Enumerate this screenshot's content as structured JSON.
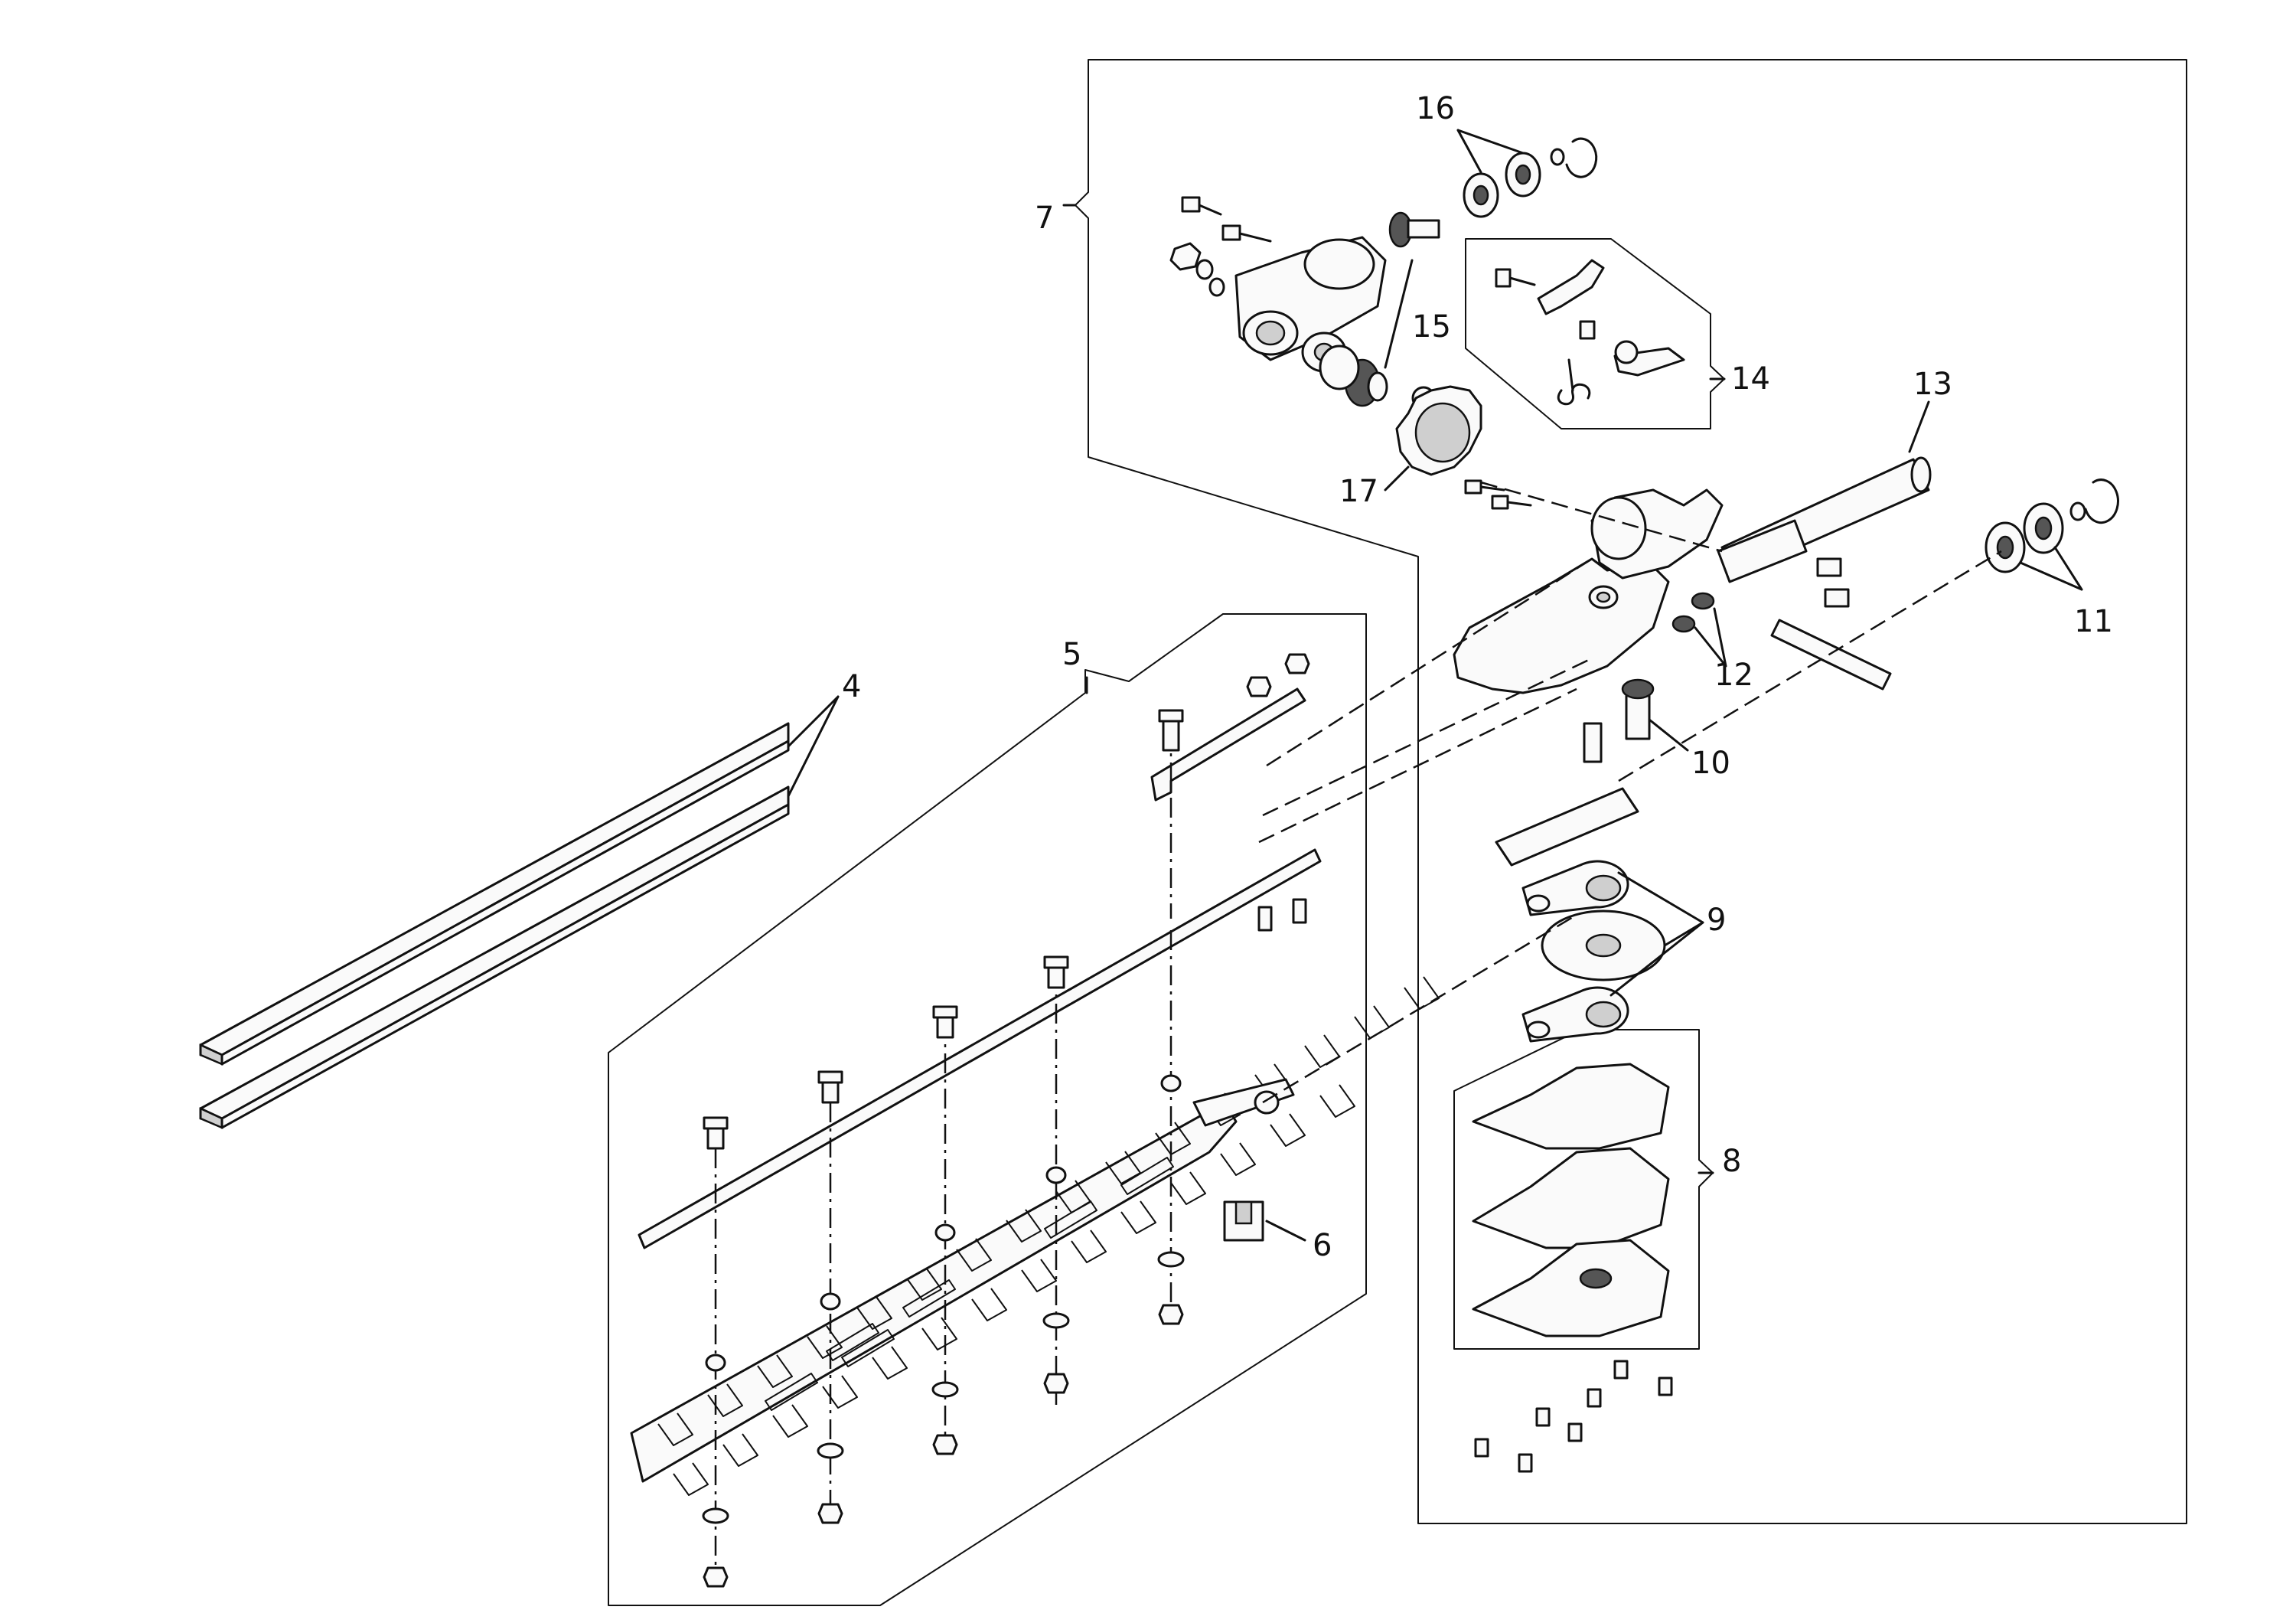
{
  "callouts": {
    "c4": "4",
    "c5": "5",
    "c6": "6",
    "c7": "7",
    "c8": "8",
    "c9": "9",
    "c10": "10",
    "c11": "11",
    "c12": "12",
    "c13": "13",
    "c14": "14",
    "c15": "15",
    "c16": "16",
    "c17": "17"
  }
}
